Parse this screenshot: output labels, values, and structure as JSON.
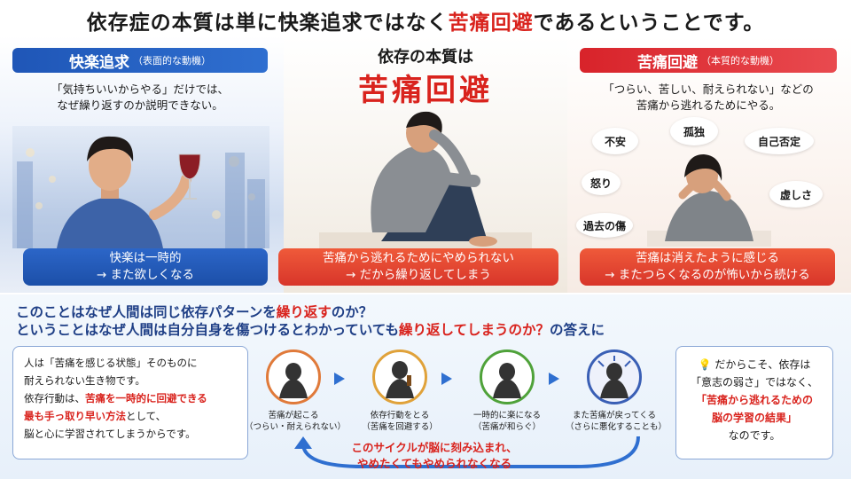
{
  "title": {
    "pre": "依存症の本質は単に快楽追求ではなく",
    "highlight": "苦痛回避",
    "post": "であるということです。"
  },
  "left_panel": {
    "pill_label": "快楽追求",
    "pill_sub": "（表面的な動機）",
    "desc_line1": "「気持ちいいからやる」だけでは、",
    "desc_line2": "なぜ繰り返すのか説明できない。",
    "banner_line1": "快楽は一時的",
    "banner_line2": "→ また欲しくなる"
  },
  "middle_panel": {
    "heading_small": "依存の本質は",
    "heading_big": "苦痛回避",
    "banner_line1": "苦痛から逃れるためにやめられない",
    "banner_line2": "→ だから繰り返してしまう"
  },
  "right_panel": {
    "pill_label": "苦痛回避",
    "pill_sub": "（本質的な動機）",
    "desc_line1": "「つらい、苦しい、耐えられない」などの",
    "desc_line2": "苦痛から逃れるためにやる。",
    "bubbles": [
      "不安",
      "孤独",
      "自己否定",
      "怒り",
      "虚しさ",
      "過去の傷"
    ],
    "banner_line1": "苦痛は消えたように感じる",
    "banner_line2": "→ またつらくなるのが怖いから続ける"
  },
  "question": {
    "line1_pre": "このことはなぜ人間は同じ依存パターンを",
    "line1_hl": "繰り返す",
    "line1_post": "のか？",
    "line2_pre": "ということはなぜ人間は自分自身を傷つけるとわかっていても",
    "line2_hl": "繰り返してしまうのか？",
    "line2_post": "の答えに"
  },
  "explain_box": {
    "l1": "人は「苦痛を感じる状態」そのものに",
    "l2": "耐えられない生き物です。",
    "l3_pre": "依存行動は、",
    "l3_hl": "苦痛を一時的に回避できる",
    "l4_hl": "最も手っ取り早い方法",
    "l4_post": "として、",
    "l5": "脳と心に学習されてしまうからです。"
  },
  "cycle": {
    "steps": [
      {
        "label": "苦痛が起こる",
        "sub": "（つらい・耐えられない）"
      },
      {
        "label": "依存行動をとる",
        "sub": "（苦痛を回避する）"
      },
      {
        "label": "一時的に楽になる",
        "sub": "（苦痛が和らぐ）"
      },
      {
        "label": "また苦痛が戻ってくる",
        "sub": "（さらに悪化することも）"
      }
    ],
    "loop_line1": "このサイクルが脳に刻み込まれ、",
    "loop_line2": "やめたくてもやめられなくなる"
  },
  "conclusion_box": {
    "l1": "だからこそ、依存は",
    "l2": "「意志の弱さ」ではなく、",
    "l3_hl": "「苦痛から逃れるための",
    "l4_hl": "脳の学習の結果」",
    "l5": "なのです。"
  },
  "colors": {
    "accent_red": "#d9231d",
    "accent_blue": "#1f56b7",
    "navy": "#1f3f86"
  }
}
